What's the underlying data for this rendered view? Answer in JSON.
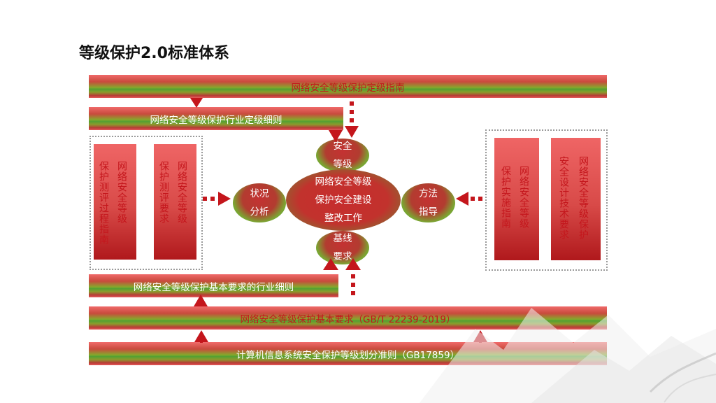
{
  "title": "等级保护2.0标准体系",
  "bars": {
    "guide": "网络安全等级保护定级指南",
    "industry_grading": "网络安全等级保护行业定级细则",
    "industry_basic": "网络安全等级保护基本要求的行业细则",
    "basic_requirements": "网络安全等级保护基本要求（GB/T 22239-2019）",
    "criteria": "计算机信息系统安全保护等级划分准则（GB17859）"
  },
  "left_group": {
    "box1_cols": [
      "网络安全等级",
      "保护测评过程指南"
    ],
    "box2_cols": [
      "网络安全等级",
      "保护测评要求"
    ]
  },
  "right_group": {
    "box1_cols": [
      "网络安全等级",
      "保护实施指南"
    ],
    "box2_cols": [
      "网络安全等级保护",
      "安全设计技术要求"
    ]
  },
  "center": {
    "top": [
      "安全",
      "等级"
    ],
    "main": [
      "网络安全等级",
      "保护安全建设",
      "整改工作"
    ],
    "left": [
      "状况",
      "分析"
    ],
    "right": [
      "方法",
      "指导"
    ],
    "bottom": [
      "基线",
      "要求"
    ]
  },
  "colors": {
    "text_red": "#c4161c",
    "arrow": "#c4161c",
    "dotted_border": "#9a9a9a"
  }
}
